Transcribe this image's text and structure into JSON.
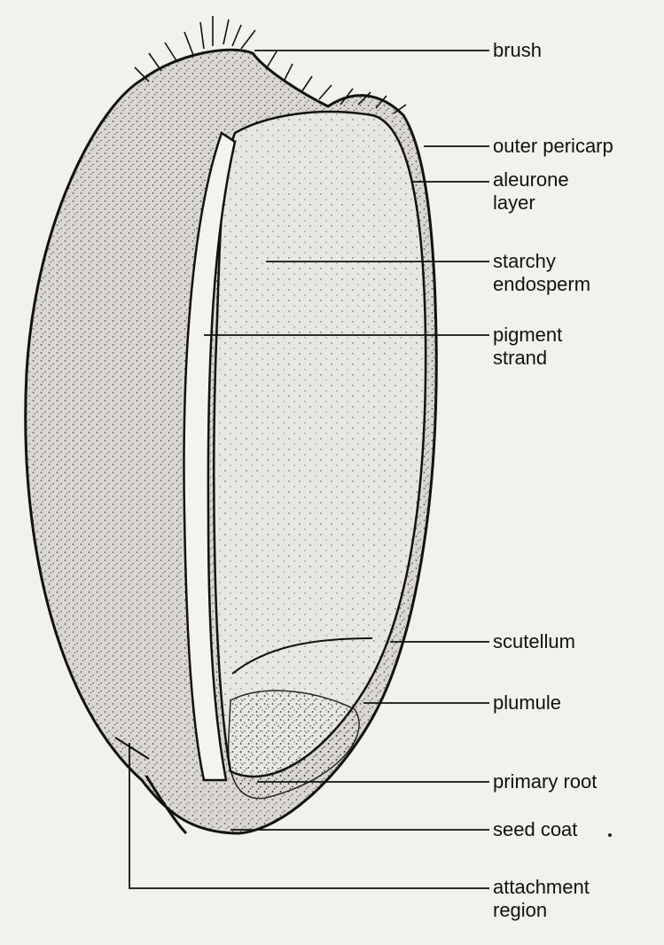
{
  "labels": {
    "brush": "brush",
    "outer_pericarp": "outer pericarp",
    "aleurone_layer": [
      "aleurone",
      "layer"
    ],
    "starchy_endosperm": [
      "starchy",
      "endosperm"
    ],
    "pigment_strand": [
      "pigment",
      "strand"
    ],
    "scutellum": "scutellum",
    "plumule": "plumule",
    "primary_root": "primary root",
    "seed_coat": "seed coat",
    "attachment_region": [
      "attachment",
      "region"
    ]
  },
  "colors": {
    "background": "#f2f1ec",
    "ink": "#111111",
    "grain_fill": "#d9d7d0",
    "endosperm_fill": "#e8e6e0"
  }
}
